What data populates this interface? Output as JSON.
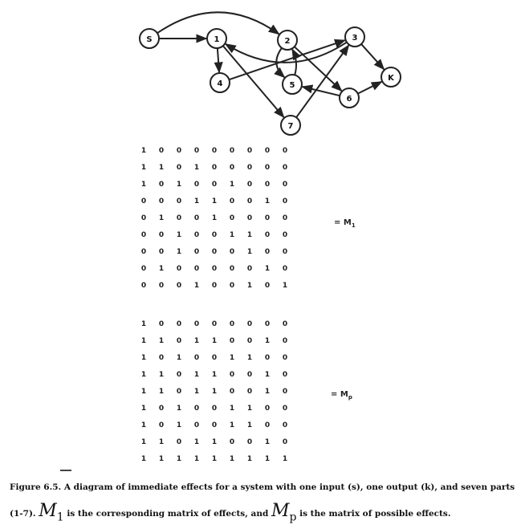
{
  "diagram": {
    "nodes": [
      {
        "id": "S",
        "label": "S"
      },
      {
        "id": "1",
        "label": "1"
      },
      {
        "id": "2",
        "label": "2"
      },
      {
        "id": "3",
        "label": "3"
      },
      {
        "id": "4",
        "label": "4"
      },
      {
        "id": "5",
        "label": "5"
      },
      {
        "id": "6",
        "label": "6"
      },
      {
        "id": "7",
        "label": "7"
      },
      {
        "id": "K",
        "label": "K"
      }
    ],
    "edges": [
      [
        "S",
        "1"
      ],
      [
        "S",
        "2"
      ],
      [
        "3",
        "1"
      ],
      [
        "1",
        "4"
      ],
      [
        "1",
        "7"
      ],
      [
        "4",
        "3"
      ],
      [
        "2",
        "5"
      ],
      [
        "5",
        "2"
      ],
      [
        "2",
        "6"
      ],
      [
        "6",
        "5"
      ],
      [
        "6",
        "K"
      ],
      [
        "3",
        "K"
      ],
      [
        "7",
        "3"
      ]
    ]
  },
  "matrix_m1": {
    "label": "= M",
    "subscript": "1",
    "rows": [
      [
        "1",
        "0",
        "0",
        "0",
        "0",
        "0",
        "0",
        "0",
        "0"
      ],
      [
        "1",
        "1",
        "0",
        "1",
        "0",
        "0",
        "0",
        "0",
        "0"
      ],
      [
        "1",
        "0",
        "1",
        "0",
        "0",
        "1",
        "0",
        "0",
        "0"
      ],
      [
        "0",
        "0",
        "0",
        "1",
        "1",
        "0",
        "0",
        "1",
        "0"
      ],
      [
        "0",
        "1",
        "0",
        "0",
        "1",
        "0",
        "0",
        "0",
        "0"
      ],
      [
        "0",
        "0",
        "1",
        "0",
        "0",
        "1",
        "1",
        "0",
        "0"
      ],
      [
        "0",
        "0",
        "1",
        "0",
        "0",
        "0",
        "1",
        "0",
        "0"
      ],
      [
        "0",
        "1",
        "0",
        "0",
        "0",
        "0",
        "0",
        "1",
        "0"
      ],
      [
        "0",
        "0",
        "0",
        "1",
        "0",
        "0",
        "1",
        "0",
        "1"
      ]
    ]
  },
  "matrix_mp": {
    "label": "= M",
    "subscript": "p",
    "rows": [
      [
        "1",
        "0",
        "0",
        "0",
        "0",
        "0",
        "0",
        "0",
        "0"
      ],
      [
        "1",
        "1",
        "0",
        "1",
        "1",
        "0",
        "0",
        "1",
        "0"
      ],
      [
        "1",
        "0",
        "1",
        "0",
        "0",
        "1",
        "1",
        "0",
        "0"
      ],
      [
        "1",
        "1",
        "0",
        "1",
        "1",
        "0",
        "0",
        "1",
        "0"
      ],
      [
        "1",
        "1",
        "0",
        "1",
        "1",
        "0",
        "0",
        "1",
        "0"
      ],
      [
        "1",
        "0",
        "1",
        "0",
        "0",
        "1",
        "1",
        "0",
        "0"
      ],
      [
        "1",
        "0",
        "1",
        "0",
        "0",
        "1",
        "1",
        "0",
        "0"
      ],
      [
        "1",
        "1",
        "0",
        "1",
        "1",
        "0",
        "0",
        "1",
        "0"
      ],
      [
        "1",
        "1",
        "1",
        "1",
        "1",
        "1",
        "1",
        "1",
        "1"
      ]
    ]
  },
  "caption": {
    "part1": "Figure 6.5. A diagram of immediate effects for a system with one input (s), one output (k), and seven parts (1-7). ",
    "m1_symbol": "M",
    "m1_sub": "1",
    "part2": " is the corresponding matrix of effects, and ",
    "mp_symbol": "M",
    "mp_sub": "p",
    "part3": " is the matrix of possible effects."
  }
}
